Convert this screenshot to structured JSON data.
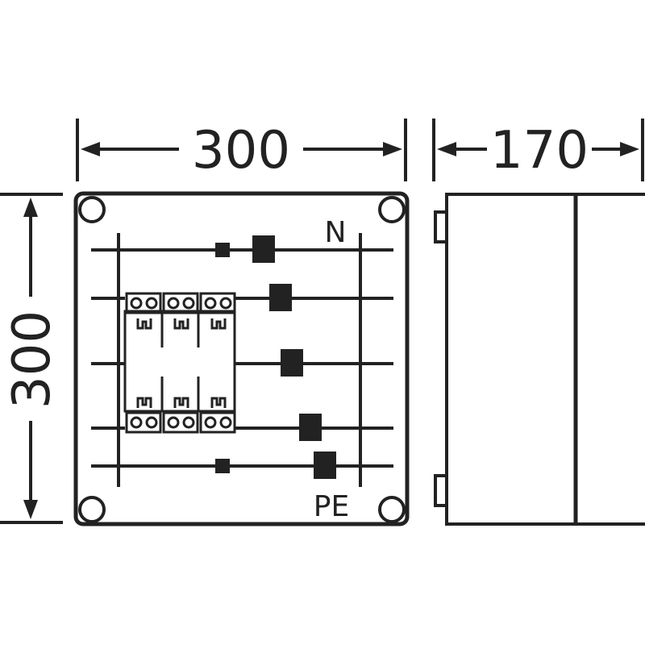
{
  "front_view": {
    "width_dimension": "300",
    "height_dimension": "300",
    "label_neutral": "N",
    "label_protective_earth": "PE"
  },
  "side_view": {
    "depth_dimension": "170"
  },
  "colors": {
    "stroke": "#222222",
    "background": "#ffffff"
  }
}
